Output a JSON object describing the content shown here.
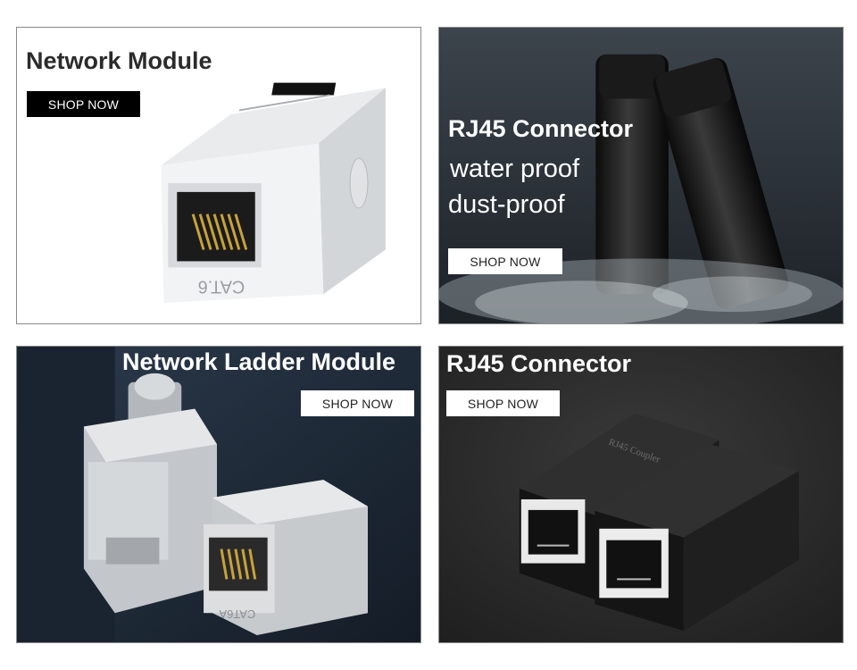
{
  "tiles": [
    {
      "title": "Network Module",
      "button": "SHOP NOW",
      "engraving": "CAT.6"
    },
    {
      "title": "RJ45 Connector",
      "features": [
        "water proof",
        "dust-proof"
      ],
      "button": "SHOP NOW"
    },
    {
      "title": "Network Ladder Module",
      "button": "SHOP NOW",
      "engraving": "CAT6A"
    },
    {
      "title": "RJ45 Connector",
      "button": "SHOP NOW",
      "engraving": "RJ45 Coupler"
    }
  ]
}
